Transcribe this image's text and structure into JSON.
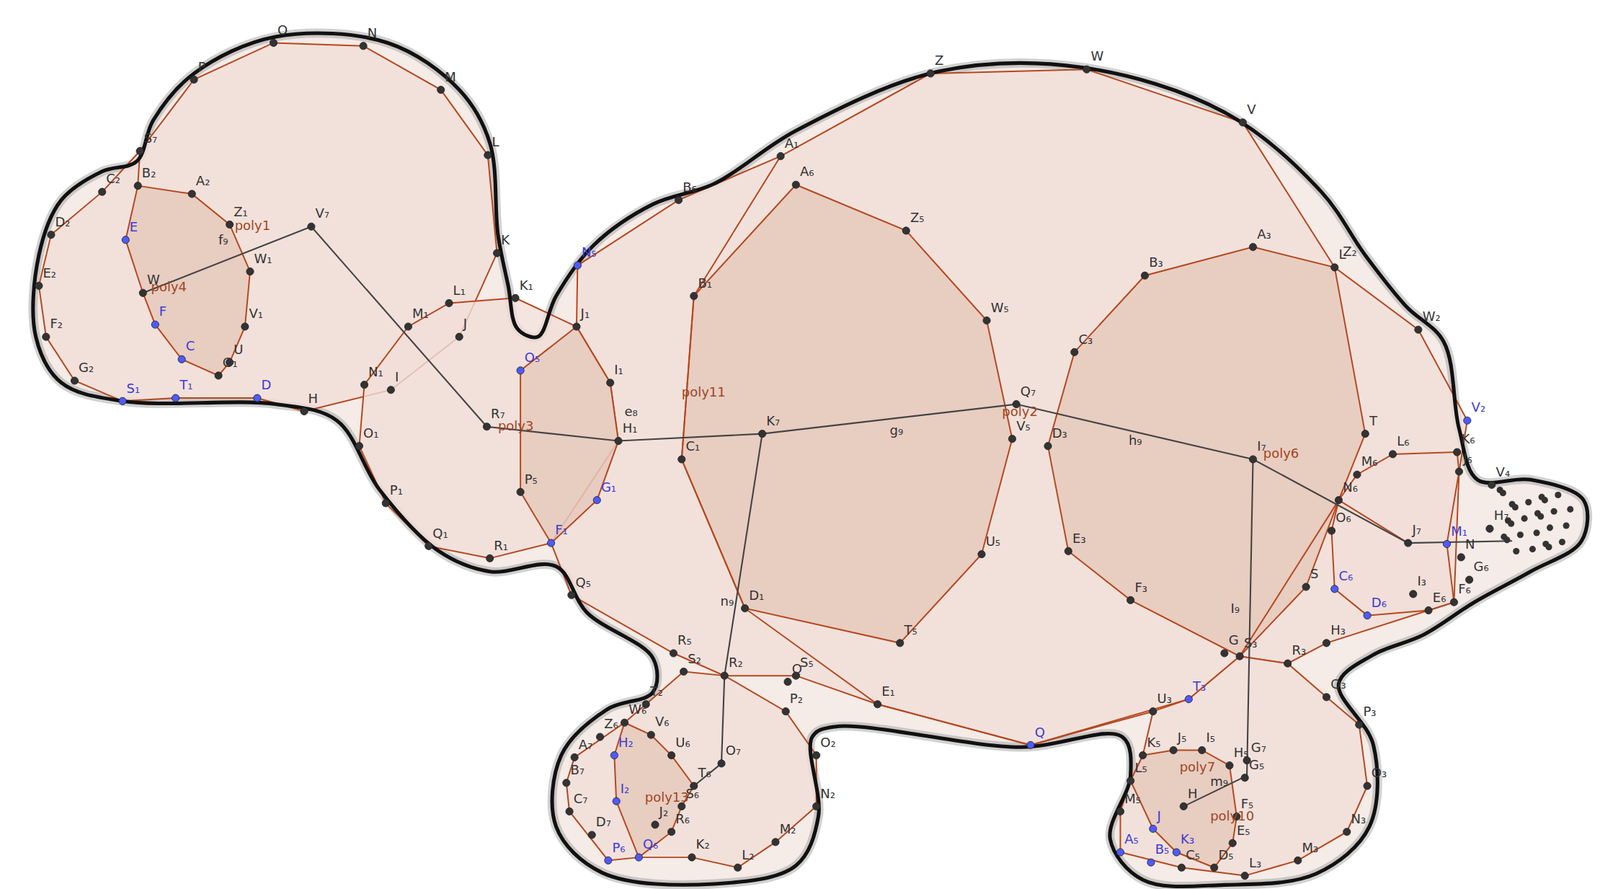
{
  "diagram": {
    "labels": [
      "O",
      "N",
      "M",
      "L",
      "K",
      "P",
      "S₇",
      "B₂",
      "A₂",
      "Z₁",
      "f₉",
      "poly1",
      "V₇",
      "W₁",
      "V₁",
      "U",
      "G₁",
      "C₂",
      "D₂",
      "E₂",
      "F₂",
      "G₂",
      "E",
      "W",
      "poly4",
      "F",
      "C",
      "S₁",
      "T₁",
      "D",
      "H",
      "L₁",
      "K₁",
      "M₁",
      "J",
      "N₁",
      "I",
      "O₁",
      "P₁",
      "Q₁",
      "R₁",
      "R₇",
      "poly3",
      "N₅",
      "O₅",
      "J₁",
      "I₁",
      "e₈",
      "H₁",
      "G₁",
      "F₁",
      "P₅",
      "Q₅",
      "B₆",
      "A₁",
      "A₆",
      "Z₅",
      "W₅",
      "B₁",
      "poly11",
      "C₁",
      "K₇",
      "g₉",
      "Q₇",
      "poly2",
      "V₅",
      "U₅",
      "T₅",
      "n₉",
      "D₁",
      "E₁",
      "Z",
      "W",
      "V",
      "A₃",
      "B₃",
      "C₃",
      "D₃",
      "E₃",
      "F₃",
      "L",
      "Z₂",
      "W₂",
      "V₂",
      "T",
      "h₉",
      "I₇",
      "poly6",
      "N₆",
      "M₆",
      "L₆",
      "K₆",
      "J₆",
      "O₆",
      "S",
      "C₆",
      "D₆",
      "I₃",
      "E₆",
      "F₆",
      "I₉",
      "G",
      "S₃",
      "R₃",
      "H₃",
      "Q₃",
      "P₃",
      "O₃",
      "N₃",
      "M₃",
      "L₃",
      "Q",
      "J₇",
      "M₁",
      "H₇",
      "N",
      "G₆",
      "V₄",
      "R₅",
      "S₂",
      "R₂",
      "S₅",
      "Q",
      "T₂",
      "P₂",
      "W₆",
      "V₆",
      "Z₆",
      "H₂",
      "A₇",
      "U₆",
      "O₇",
      "B₇",
      "T₆",
      "poly13",
      "I₂",
      "S₆",
      "C₇",
      "J₂",
      "R₆",
      "D₇",
      "P₆",
      "Q₆",
      "K₂",
      "L₂",
      "M₂",
      "N₂",
      "O₂",
      "T₃",
      "U₃",
      "K₅",
      "J₅",
      "I₅",
      "poly7",
      "H₅",
      "G₇",
      "m₉",
      "G₅",
      "L₅",
      "H",
      "poly10",
      "M₅",
      "F₅",
      "J",
      "A₅",
      "K₃",
      "B₅",
      "E₅",
      "C₅",
      "D₅"
    ]
  }
}
